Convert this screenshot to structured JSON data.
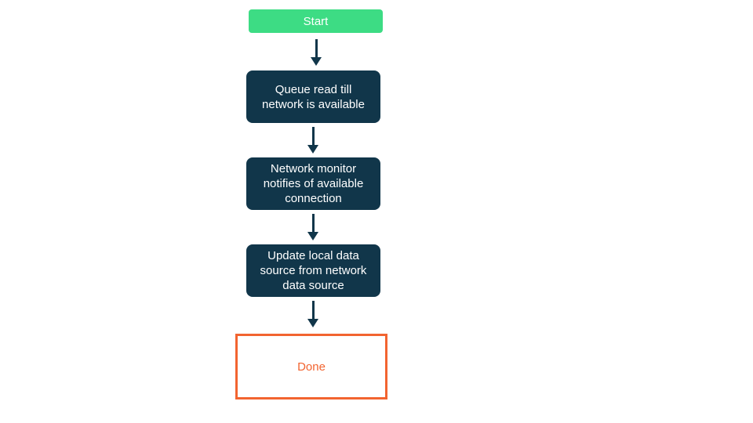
{
  "diagram": {
    "type": "flowchart",
    "direction": "top-down",
    "nodes": [
      {
        "id": "start",
        "type": "start",
        "label": "Start"
      },
      {
        "id": "queue-read",
        "type": "process",
        "label": "Queue read till network is available"
      },
      {
        "id": "network-monitor",
        "type": "process",
        "label": "Network monitor notifies of available connection"
      },
      {
        "id": "update-local",
        "type": "process",
        "label": "Update local data source from network data source"
      },
      {
        "id": "done",
        "type": "end",
        "label": "Done"
      }
    ],
    "edges": [
      {
        "from": "start",
        "to": "queue-read",
        "style": "arrow-down"
      },
      {
        "from": "queue-read",
        "to": "network-monitor",
        "style": "arrow-down"
      },
      {
        "from": "network-monitor",
        "to": "update-local",
        "style": "arrow-down"
      },
      {
        "from": "update-local",
        "to": "done",
        "style": "arrow-down"
      }
    ],
    "colors": {
      "background": "#FFFFFF",
      "start_fill": "#3DDC84",
      "process_fill": "#11364A",
      "arrow": "#11364A",
      "end_border": "#F26430",
      "end_text": "#F26430",
      "node_text": "#FFFFFF"
    }
  }
}
